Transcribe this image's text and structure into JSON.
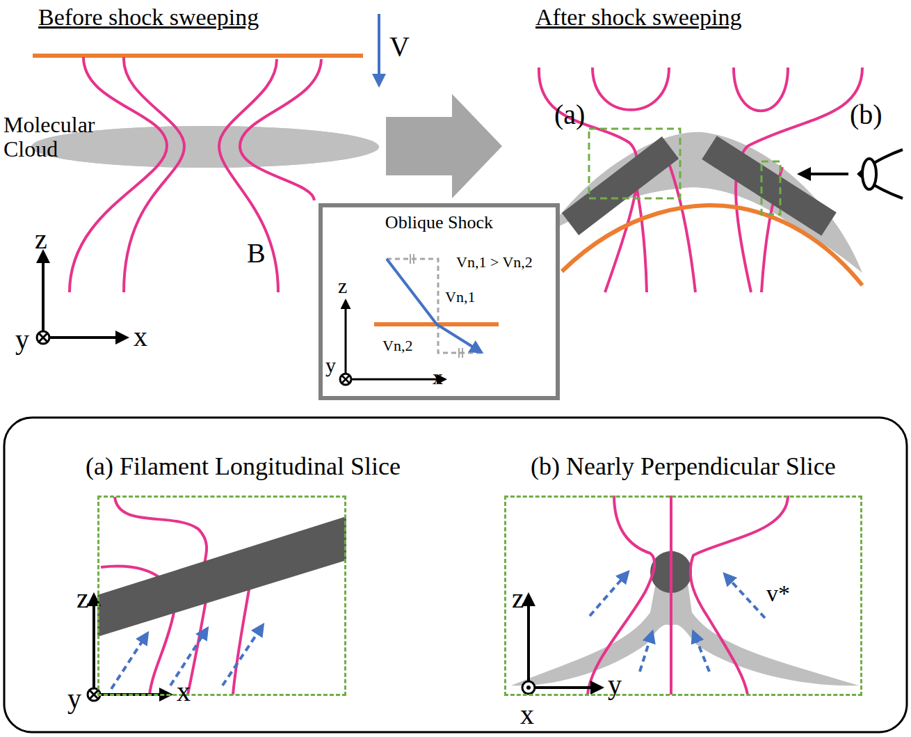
{
  "diagram": {
    "nodes": [
      {
        "text": [
          "Molecular Cloud"
        ]
      },
      {
        "text": [
          "Oblique Shock"
        ]
      },
      {
        "text": [
          "(a) Filament Longitudinal Slice"
        ]
      },
      {
        "text": [
          "(b) Nearly Perpendicular Slice"
        ]
      }
    ],
    "labels": [
      "Before shock sweeping",
      "After shock sweeping",
      "V",
      "B",
      "z",
      "y",
      "x",
      "(a)",
      "(b)",
      "z",
      "y",
      "x",
      "Vn,1 > Vn,2",
      "Vn,1",
      "Vn,2",
      "z",
      "y",
      "x",
      "z",
      "x",
      "y",
      "v*"
    ]
  }
}
